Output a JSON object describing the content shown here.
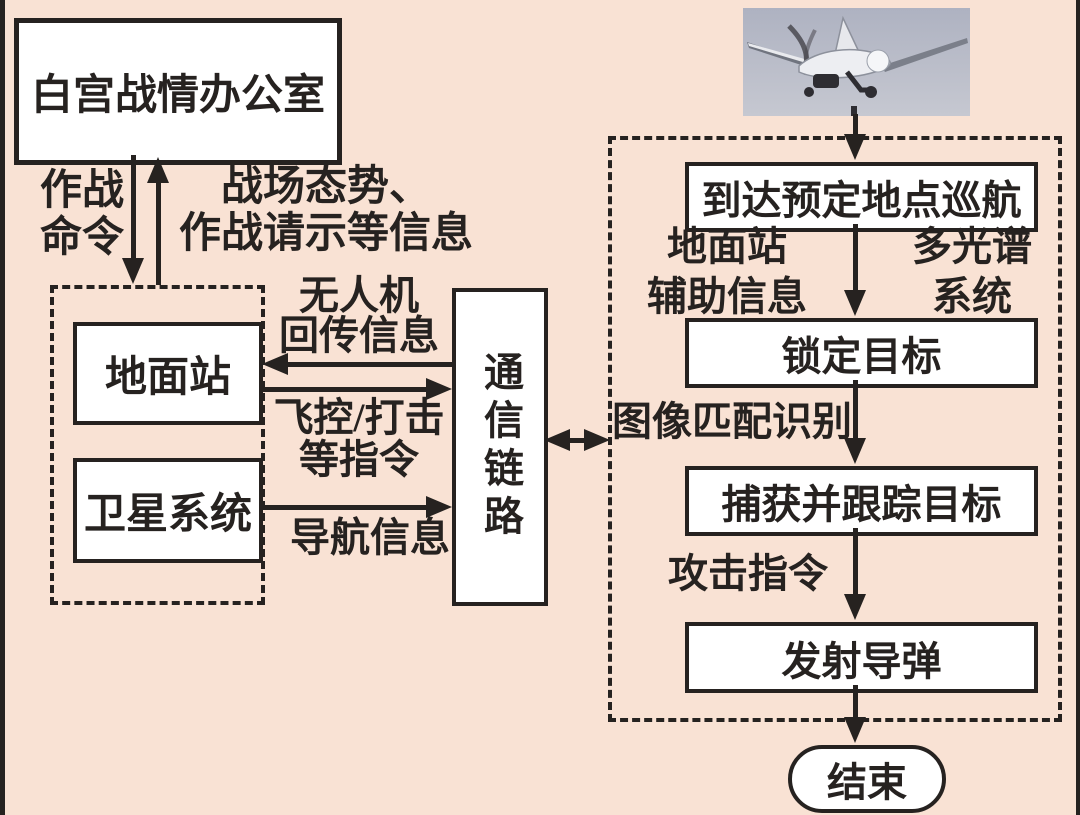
{
  "colors": {
    "background": "#f9e2d4",
    "ink": "#262220",
    "box_fill": "#ffffff",
    "photo_sky": "#b4b8c5"
  },
  "nodes": {
    "white_house": {
      "label": "白宫战情办公室"
    },
    "ground_station": {
      "label": "地面站"
    },
    "satellite_system": {
      "label": "卫星系统"
    },
    "comm_link": {
      "label": "通信链路"
    },
    "cruise_waypoint": {
      "label": "到达预定地点巡航"
    },
    "lock_target": {
      "label": "锁定目标"
    },
    "capture_track_target": {
      "label": "捕获并跟踪目标"
    },
    "launch_missile": {
      "label": "发射导弹"
    },
    "end": {
      "label": "结束"
    }
  },
  "edge_labels": {
    "combat_order": {
      "lines": [
        "作战",
        "命令"
      ]
    },
    "battlefield_report": {
      "lines": [
        "战场态势、",
        "作战请示等信息"
      ]
    },
    "uav_downlink": {
      "lines": [
        "无人机",
        "回传信息"
      ]
    },
    "flight_strike_cmd": {
      "lines": [
        "飞控/打击",
        "等指令"
      ]
    },
    "navigation_info": {
      "lines": [
        "导航信息"
      ]
    },
    "image_matching": {
      "lines": [
        "图像匹配识别"
      ]
    },
    "ground_station_aux": {
      "lines": [
        "地面站",
        "辅助信息"
      ]
    },
    "multispectral_system": {
      "lines": [
        "多光谱",
        "系统"
      ]
    },
    "attack_command": {
      "lines": [
        "攻击指令"
      ]
    }
  }
}
